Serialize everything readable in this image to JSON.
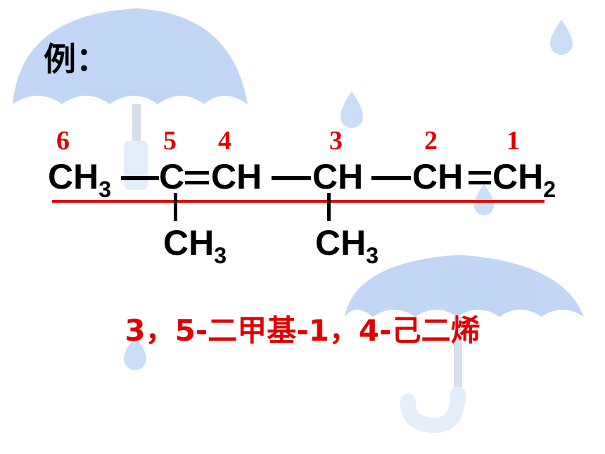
{
  "example_label": "例：",
  "locants": [
    "6",
    "5",
    "4",
    "3",
    "2",
    "1"
  ],
  "main_chain": {
    "g1": {
      "main": "CH",
      "sub": "3"
    },
    "g2": {
      "main": "C",
      "sub": ""
    },
    "g3": {
      "main": "CH",
      "sub": ""
    },
    "g4": {
      "main": "CH",
      "sub": ""
    },
    "g5": {
      "main": "CH",
      "sub": ""
    },
    "g6": {
      "main": "CH",
      "sub": "2"
    }
  },
  "substituents": [
    {
      "main": "CH",
      "sub": "3"
    },
    {
      "main": "CH",
      "sub": "3"
    }
  ],
  "compound_name": "3，5-二甲基-1，4-己二烯",
  "colors": {
    "locant": "#e00000",
    "name": "#e00000",
    "underline": "#e00000",
    "formula": "#000000"
  }
}
